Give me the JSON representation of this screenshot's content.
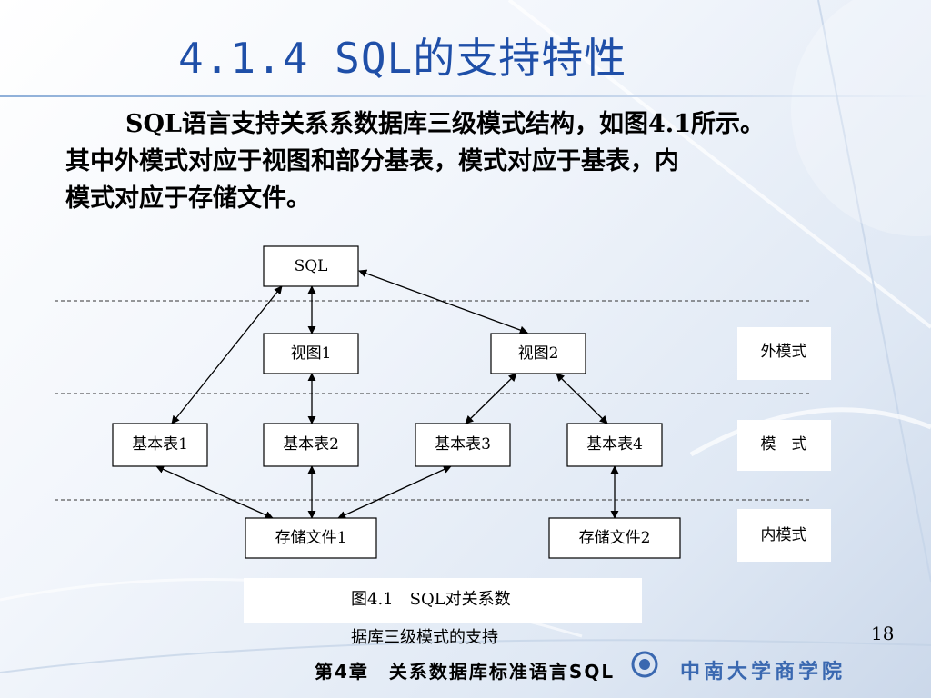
{
  "slide": {
    "title": "4.1.4 SQL的支持特性",
    "paragraph_lines": [
      "SQL语言支持关系系数据库三级模式结构，如图4.1所示。",
      "其中外模式对应于视图和部分基表，模式对应于基表，内",
      "模式对应于存储文件。"
    ],
    "page_number": "18",
    "footer": "第4章　关系数据库标准语言SQL",
    "school_name": "中南大学商学院"
  },
  "diagram": {
    "nodes": {
      "sql": "SQL",
      "view1": "视图1",
      "view2": "视图2",
      "table1": "基本表1",
      "table2": "基本表2",
      "table3": "基本表3",
      "table4": "基本表4",
      "file1": "存储文件1",
      "file2": "存储文件2"
    },
    "levels": {
      "external": "外模式",
      "conceptual": "模　式",
      "internal": "内模式"
    },
    "caption_line1": "图4.1　SQL对关系数",
    "caption_line2": "据库三级模式的支持"
  },
  "colors": {
    "title": "#1f4fa8",
    "school": "#3a68b0"
  }
}
